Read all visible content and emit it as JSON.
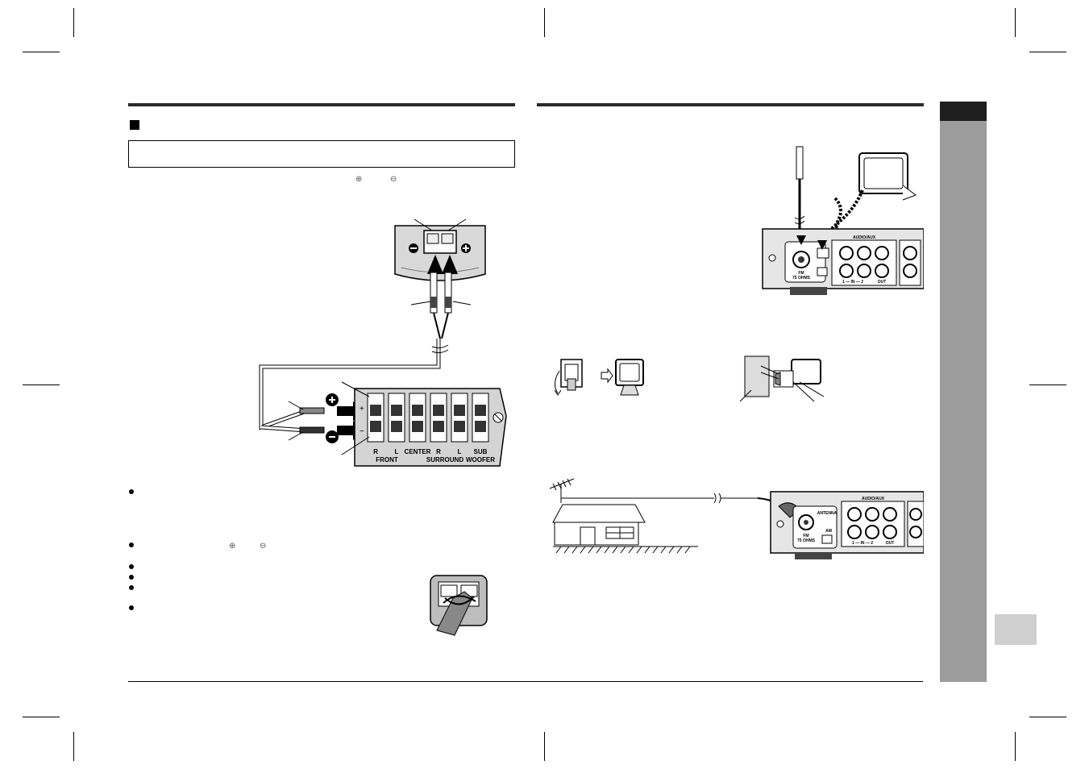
{
  "page": {
    "left_column": {
      "polarity_symbols": [
        "⊕",
        "⊖"
      ]
    },
    "speaker_terminal_diagram": {
      "channel_labels": [
        "R",
        "L",
        "CENTER",
        "R",
        "L",
        "SUB"
      ],
      "group_labels": [
        "FRONT",
        "SURROUND",
        "WOOFER"
      ],
      "terminal_signs": [
        "+",
        "−"
      ]
    },
    "notes": {
      "polarity_symbols": [
        "⊕",
        "⊖"
      ]
    },
    "antenna_diagram": {
      "rear_panel_labels": {
        "audio_aux": "AUDIO/AUX",
        "in_label": "1 — IN — 2",
        "out_label": "OUT",
        "fm_label": "FM",
        "ohms_label": "75 OHMS",
        "antenna_label": "ANTENNA",
        "am_label": "AM"
      }
    }
  },
  "colors": {
    "rule": "#2a2a2a",
    "side_bar": "#9c9c9c",
    "side_cap": "#1e1e1e",
    "side_tab": "#cfcfcf"
  }
}
